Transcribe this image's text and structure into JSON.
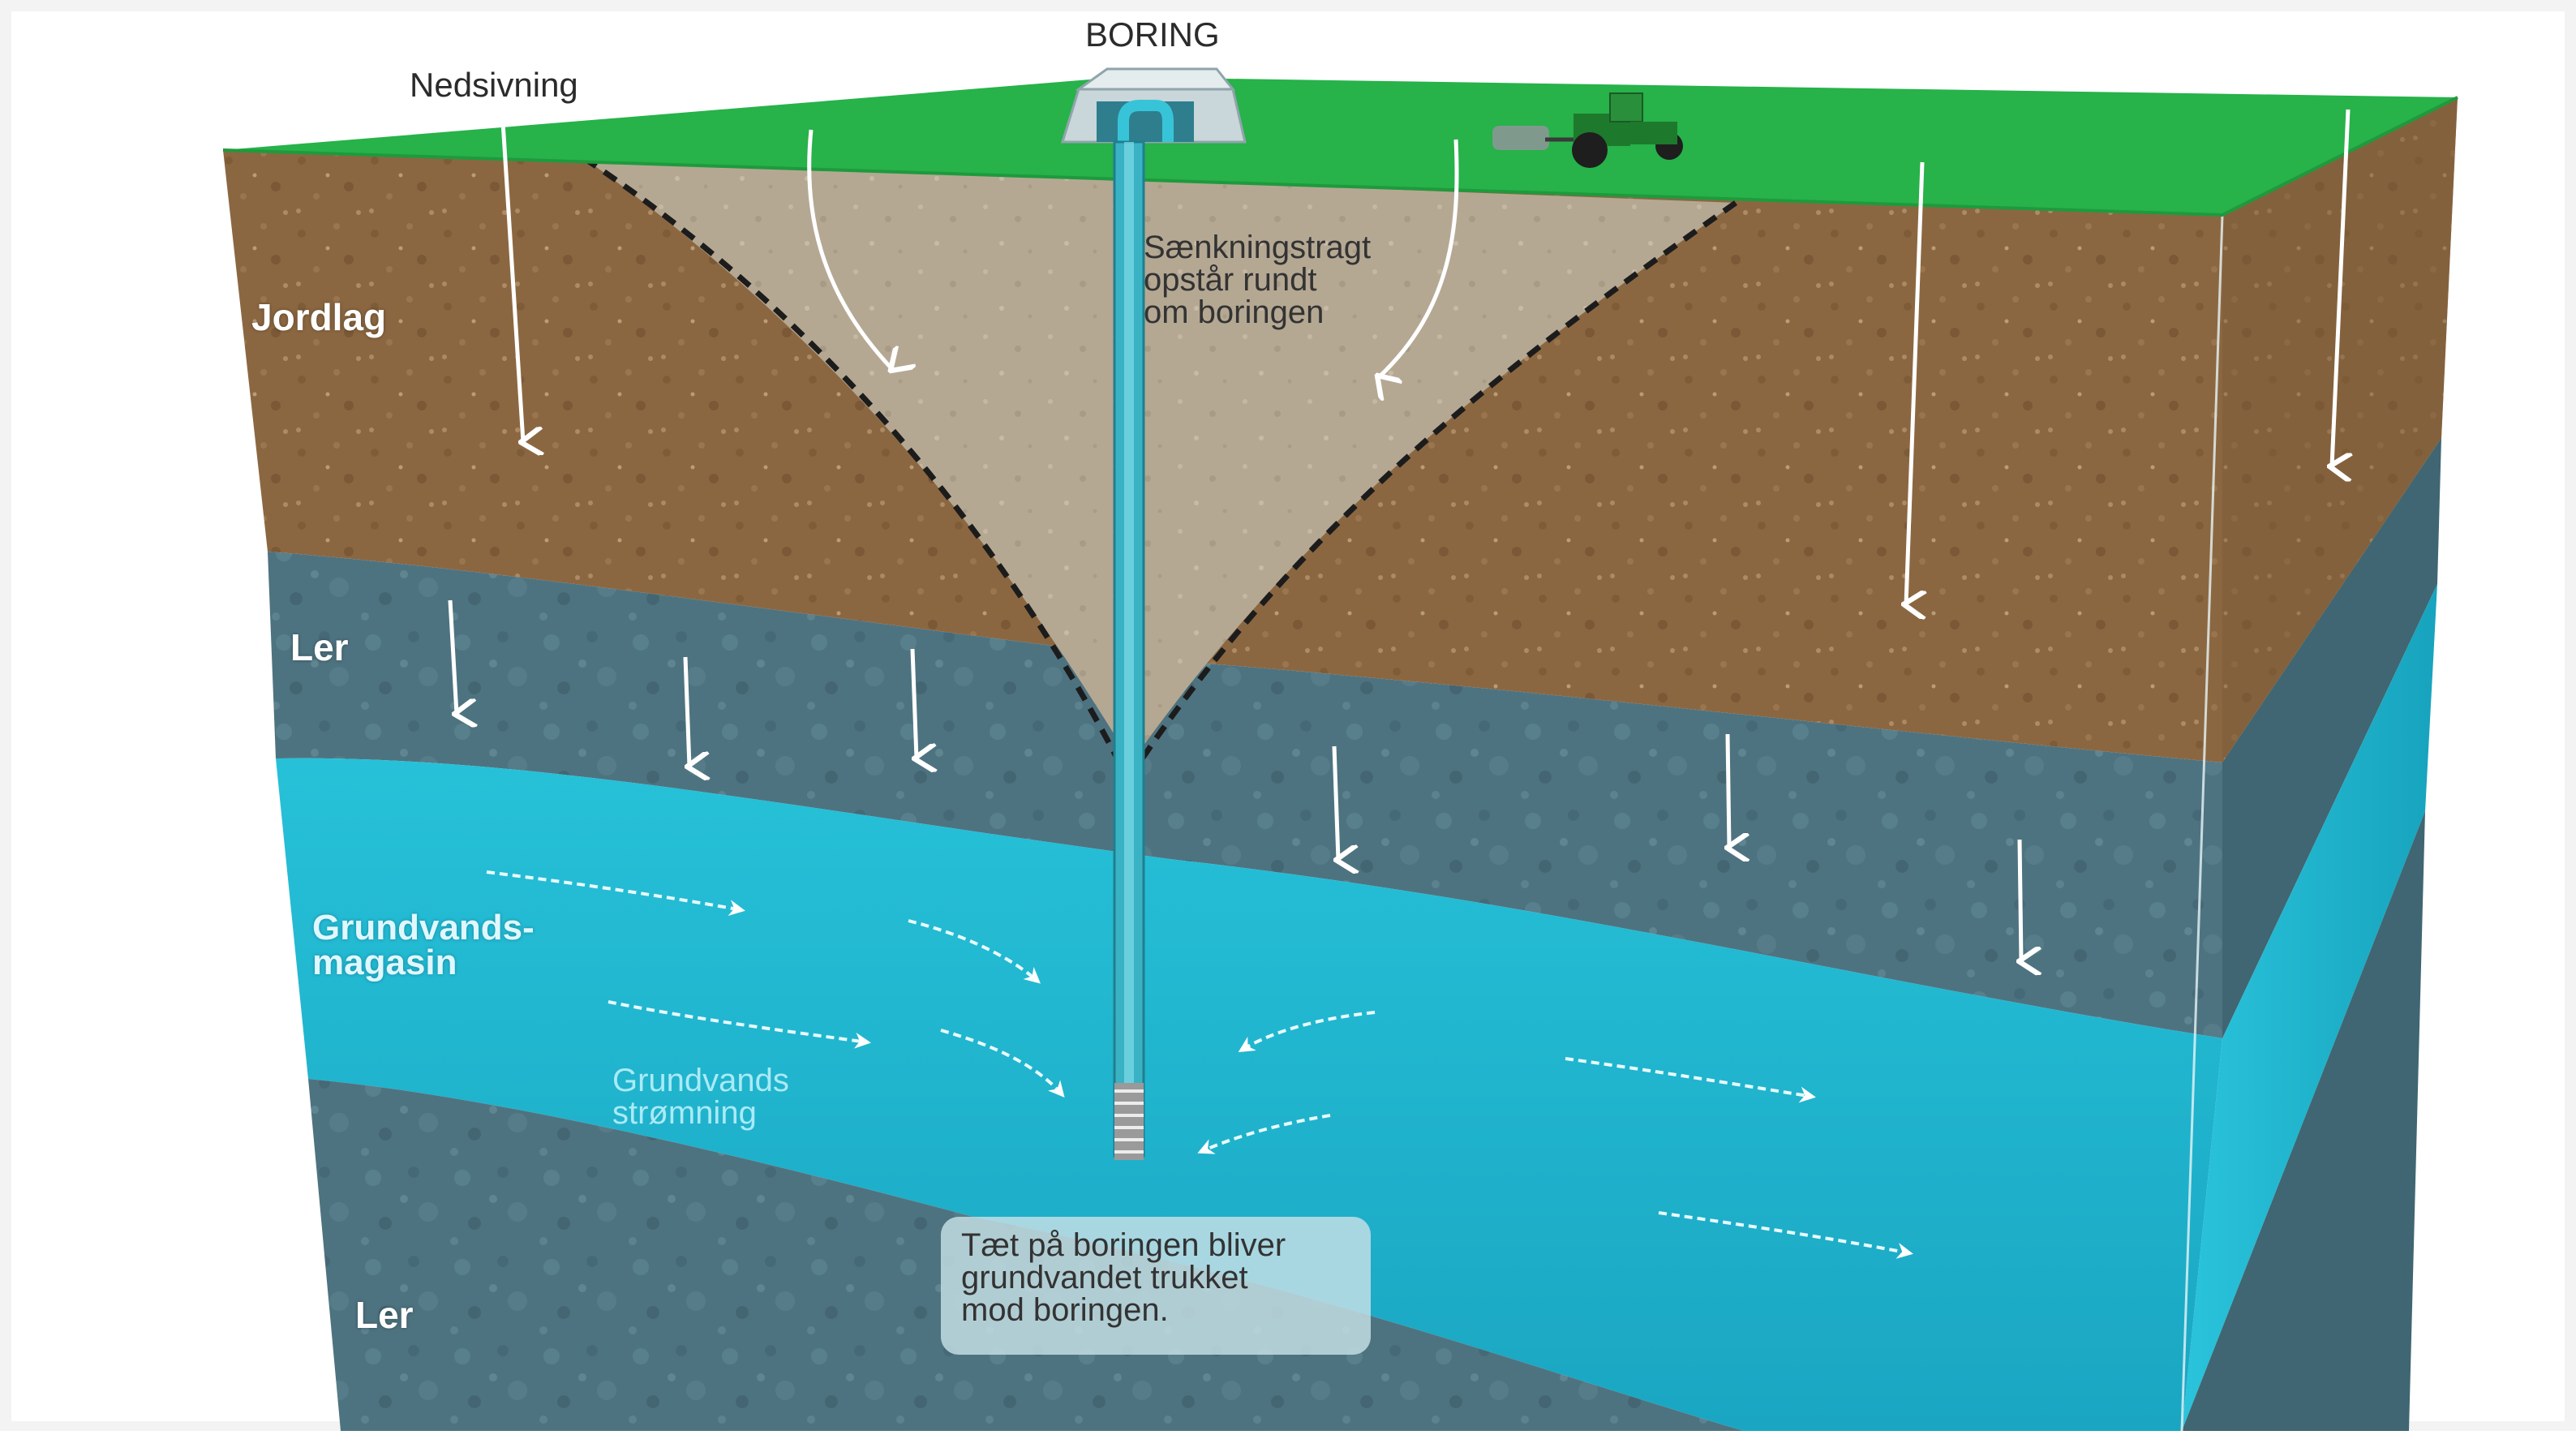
{
  "labels": {
    "boring": "BORING",
    "nedsivning": "Nedsivning",
    "jordlag": "Jordlag",
    "ler_upper": "Ler",
    "grundvandsmagasin": "Grundvands-\nmagasin",
    "grundvandsstromning": "Grundvands\nstrømning",
    "saenkningstragt": "Sænkningstragt\nopstår rundt\nom boringen",
    "callout": "Tæt på boringen bliver\ngrundvandet trukket\nmod boringen.",
    "ler_lower": "Ler"
  },
  "colors": {
    "grass": "#27b24a",
    "soil": "#8a6540",
    "clay": "#4f7480",
    "aquifer": "#1fb5cf",
    "cone": "#b3a692",
    "well": "#2aa7b8"
  },
  "icons": [
    "well-house-icon",
    "tractor-icon",
    "arrow-down-icon",
    "flow-arrow-icon"
  ]
}
